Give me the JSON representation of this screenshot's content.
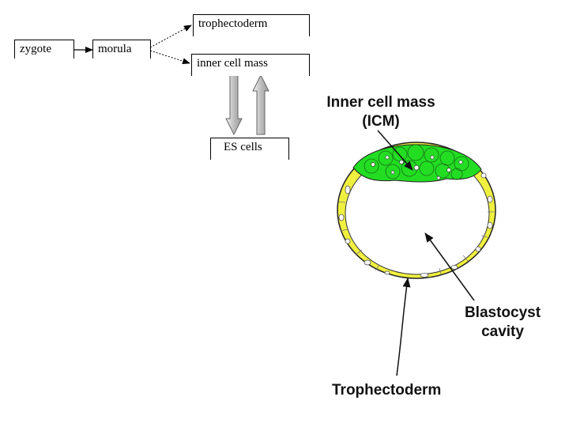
{
  "flow": {
    "zygote": "zygote",
    "morula": "morula",
    "trophectoderm": "trophectoderm",
    "inner_cell_mass": "inner cell mass",
    "es_cells": "ES cells"
  },
  "blastocyst": {
    "icm_label_line1": "Inner cell mass",
    "icm_label_line2": "(ICM)",
    "cavity_label_line1": "Blastocyst",
    "cavity_label_line2": "cavity",
    "trophectoderm_label": "Trophectoderm"
  },
  "colors": {
    "icm": "#22dd22",
    "trophectoderm": "#f0f040",
    "outline": "#111111"
  }
}
